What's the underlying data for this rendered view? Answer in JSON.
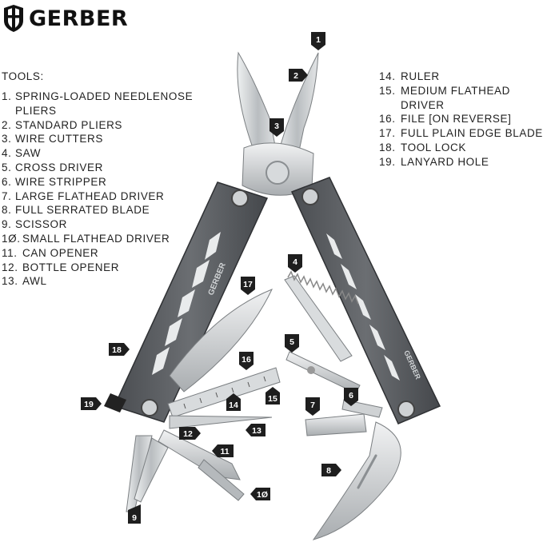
{
  "brand": {
    "name": "GERBER",
    "logo_icon": "gerber-gate-logo"
  },
  "tools_title": "TOOLS:",
  "tools_left": [
    {
      "num": "1.",
      "label": "SPRING-LOADED NEEDLENOSE PLIERS"
    },
    {
      "num": "2.",
      "label": "STANDARD PLIERS"
    },
    {
      "num": "3.",
      "label": "WIRE CUTTERS"
    },
    {
      "num": "4.",
      "label": "SAW"
    },
    {
      "num": "5.",
      "label": "CROSS DRIVER"
    },
    {
      "num": "6.",
      "label": "WIRE STRIPPER"
    },
    {
      "num": "7.",
      "label": "LARGE FLATHEAD DRIVER"
    },
    {
      "num": "8.",
      "label": "FULL SERRATED BLADE"
    },
    {
      "num": "9.",
      "label": "SCISSOR"
    },
    {
      "num": "1Ø.",
      "label": "SMALL FLATHEAD DRIVER"
    },
    {
      "num": "11.",
      "label": "CAN OPENER"
    },
    {
      "num": "12.",
      "label": "BOTTLE OPENER"
    },
    {
      "num": "13.",
      "label": "AWL"
    }
  ],
  "tools_right": [
    {
      "num": "14.",
      "label": "RULER"
    },
    {
      "num": "15.",
      "label": "MEDIUM FLATHEAD DRIVER"
    },
    {
      "num": "16.",
      "label": "FILE [ON REVERSE]"
    },
    {
      "num": "17.",
      "label": "FULL PLAIN EDGE BLADE"
    },
    {
      "num": "18.",
      "label": "TOOL LOCK"
    },
    {
      "num": "19.",
      "label": "LANYARD HOLE"
    }
  ],
  "callouts": {
    "c1": "1",
    "c2": "2",
    "c3": "3",
    "c4": "4",
    "c5": "5",
    "c6": "6",
    "c7": "7",
    "c8": "8",
    "c9": "9",
    "c10": "1Ø",
    "c11": "11",
    "c12": "12",
    "c13": "13",
    "c14": "14",
    "c15": "15",
    "c16": "16",
    "c17": "17",
    "c18": "18",
    "c19": "19"
  },
  "handle_marks": {
    "left": "GERBER",
    "right": "GERBER"
  },
  "colors": {
    "callout": "#1e1e1e",
    "handle": "#5f6266",
    "steel": "#c9ccce",
    "text": "#222222"
  }
}
